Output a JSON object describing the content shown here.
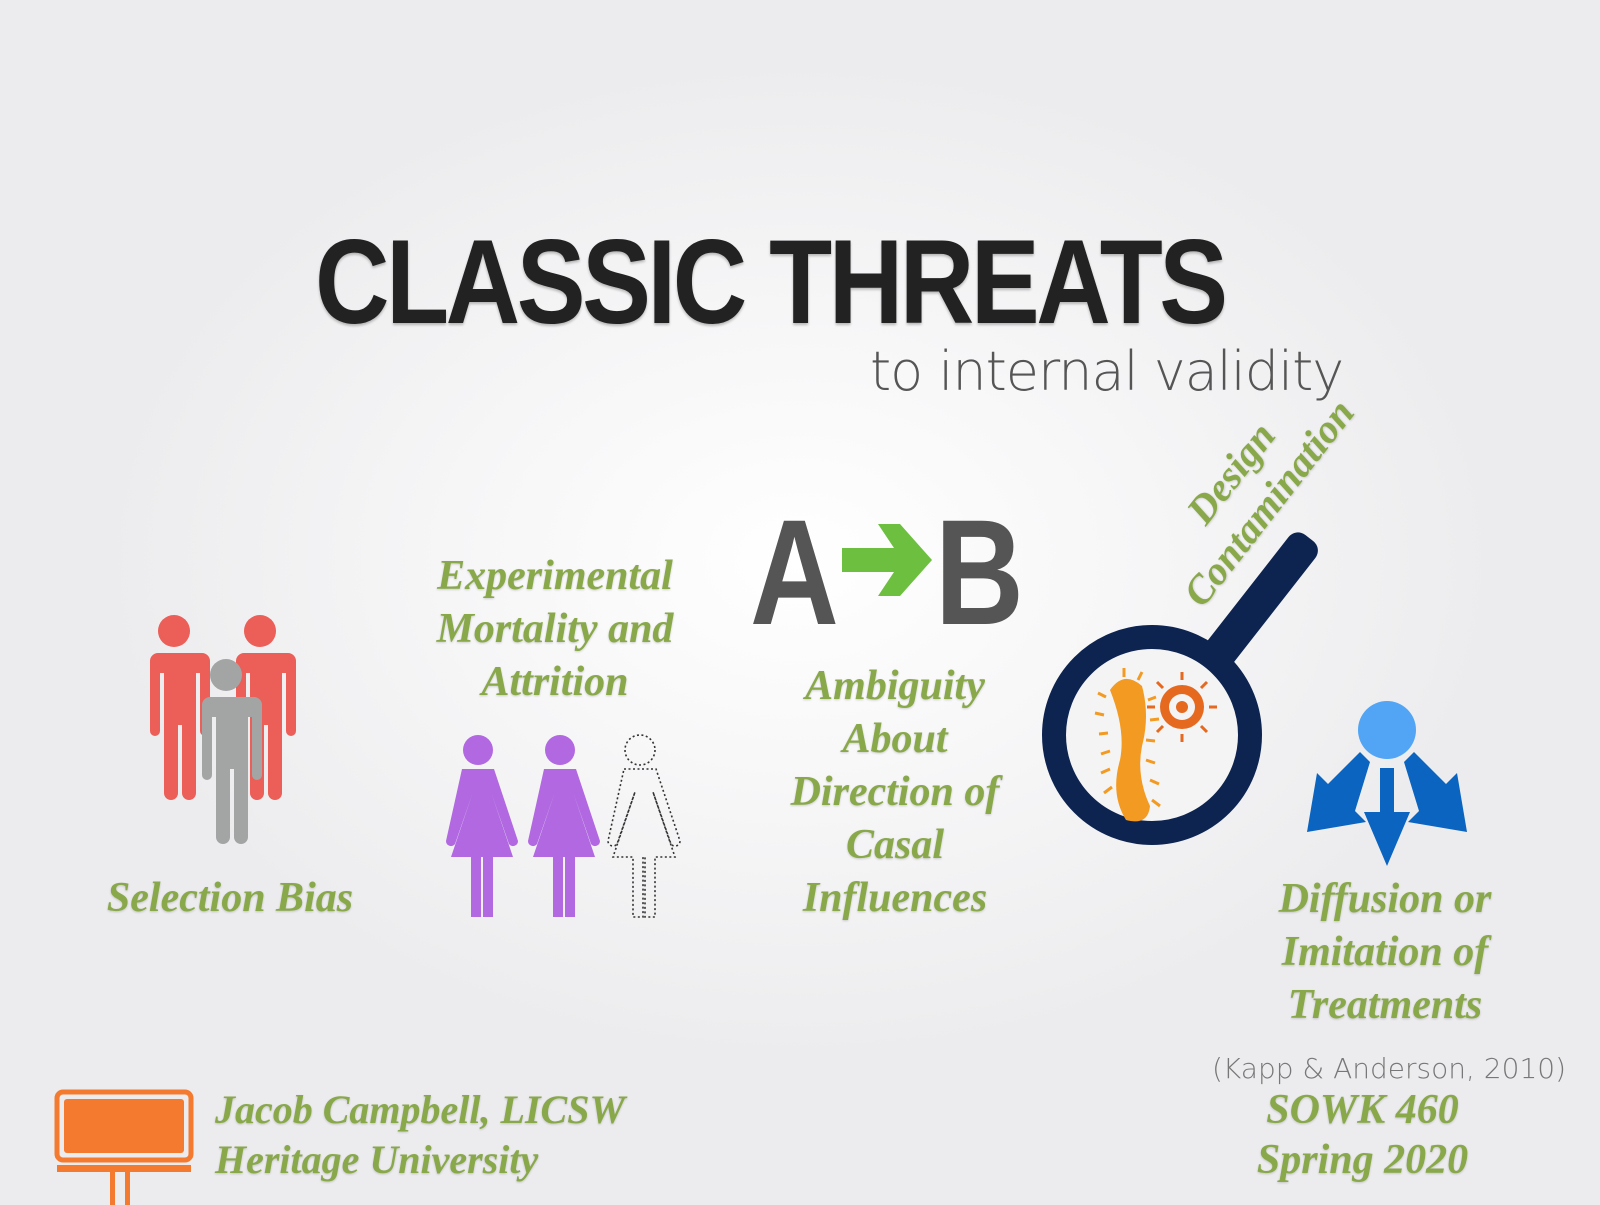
{
  "slide": {
    "title": "CLASSIC THREATS",
    "subtitle": "to internal validity",
    "colors": {
      "title": "#222222",
      "accent_green": "#88a84a",
      "selection_red": "#ec5e58",
      "selection_gray": "#a3a5a5",
      "attrition_purple": "#b168e0",
      "ab_letters": "#555555",
      "ab_arrow": "#6cbf3f",
      "magnifier_navy": "#0d2451",
      "bacteria_orange": "#f39a22",
      "virus_orange": "#e5691f",
      "diffusion_light_blue": "#52a5f5",
      "diffusion_blue": "#0b64c0",
      "billboard_orange": "#f47a30"
    }
  },
  "threats": [
    {
      "id": "selection",
      "label": "Selection Bias",
      "icon": "people-group-icon"
    },
    {
      "id": "mortality",
      "lines": [
        "Experimental",
        "Mortality and",
        "Attrition"
      ],
      "icon": "women-attrition-icon"
    },
    {
      "id": "ambiguity",
      "graphic": {
        "left": "A",
        "right": "B"
      },
      "lines": [
        "Ambiguity",
        "About",
        "Direction of",
        "Casal",
        "Influences"
      ],
      "icon": "a-to-b-arrow-icon"
    },
    {
      "id": "contamination",
      "lines": [
        "Design",
        "Contamination"
      ],
      "icon": "magnifier-germs-icon"
    },
    {
      "id": "diffusion",
      "lines": [
        "Diffusion or",
        "Imitation of",
        "Treatments"
      ],
      "icon": "diffusion-arrows-icon"
    }
  ],
  "citation": "(Kapp & Anderson, 2010)",
  "footer": {
    "author": "Jacob Campbell, LICSW",
    "institution": "Heritage University",
    "course": "SOWK 460",
    "term": "Spring 2020",
    "logo_icon": "billboard-icon"
  }
}
